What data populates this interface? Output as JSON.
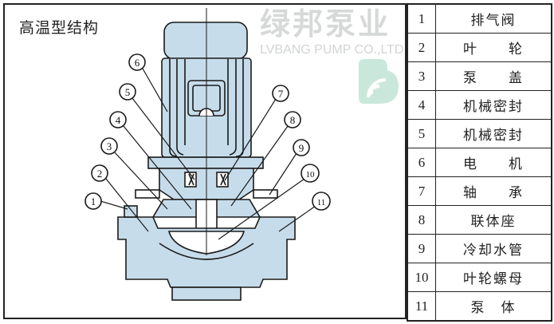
{
  "title": "高温型结构",
  "callouts": [
    "1",
    "2",
    "3",
    "4",
    "5",
    "6",
    "7",
    "8",
    "9",
    "10",
    "11"
  ],
  "parts": [
    {
      "num": "1",
      "name": "排气阀"
    },
    {
      "num": "2",
      "name": "叶　　轮"
    },
    {
      "num": "3",
      "name": "泵　　盖"
    },
    {
      "num": "4",
      "name": "机械密封"
    },
    {
      "num": "5",
      "name": "机械密封"
    },
    {
      "num": "6",
      "name": "电　　机"
    },
    {
      "num": "7",
      "name": "轴　　承"
    },
    {
      "num": "8",
      "name": "联体座"
    },
    {
      "num": "9",
      "name": "冷却水管"
    },
    {
      "num": "10",
      "name": "叶轮螺母"
    },
    {
      "num": "11",
      "name": "泵　体"
    }
  ],
  "watermark": {
    "cn": "绿邦泵业",
    "en": "LVBANG PUMP CO.,LTD"
  },
  "colors": {
    "fill": "#c6dcea",
    "line": "#1a1a1a",
    "logo": "#9ed6bf"
  }
}
